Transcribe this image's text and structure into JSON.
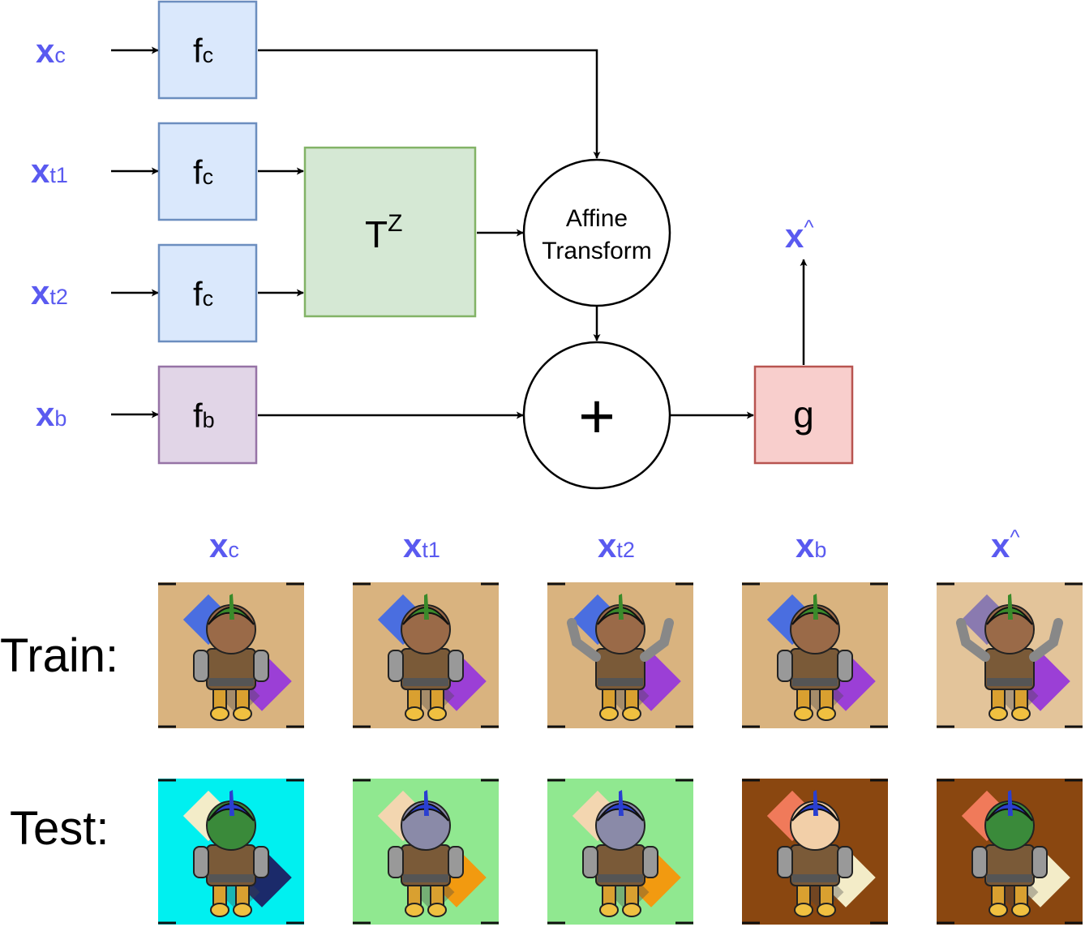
{
  "diagram": {
    "inputs": [
      {
        "base": "x",
        "sub": "c"
      },
      {
        "base": "x",
        "sub": "t1"
      },
      {
        "base": "x",
        "sub": "t2"
      },
      {
        "base": "x",
        "sub": "b"
      }
    ],
    "encoders": [
      {
        "base": "f",
        "sub": "c"
      },
      {
        "base": "f",
        "sub": "c"
      },
      {
        "base": "f",
        "sub": "c"
      },
      {
        "base": "f",
        "sub": "b"
      }
    ],
    "transform": {
      "base": "T",
      "sup": "Z"
    },
    "affine": {
      "line1": "Affine",
      "line2": "Transform"
    },
    "plus": "+",
    "decoder": "g",
    "output": {
      "base": "x",
      "sup": "^"
    }
  },
  "grid": {
    "columns": [
      {
        "base": "x",
        "sub": "c"
      },
      {
        "base": "x",
        "sub": "t1"
      },
      {
        "base": "x",
        "sub": "t2"
      },
      {
        "base": "x",
        "sub": "b"
      },
      {
        "base": "x",
        "sup": "^"
      }
    ],
    "rows": [
      {
        "label": "Train:",
        "tiles": [
          {
            "bg": "#d9b37f",
            "hair": "#3a8a2a",
            "head": "#9a6a48",
            "arms": "down",
            "diamond1": "#4a6ee0",
            "diamond2": "#9b3fd6"
          },
          {
            "bg": "#d9b37f",
            "hair": "#3a8a2a",
            "head": "#9a6a48",
            "arms": "down",
            "diamond1": "#4a6ee0",
            "diamond2": "#9b3fd6"
          },
          {
            "bg": "#d9b37f",
            "hair": "#3a8a2a",
            "head": "#9a6a48",
            "arms": "up",
            "diamond1": "#4a6ee0",
            "diamond2": "#9b3fd6"
          },
          {
            "bg": "#d9b37f",
            "hair": "#3a8a2a",
            "head": "#9a6a48",
            "arms": "down",
            "diamond1": "#4a6ee0",
            "diamond2": "#9b3fd6"
          },
          {
            "bg": "#e3c49a",
            "hair": "#3a8a2a",
            "head": "#9a6a48",
            "arms": "up",
            "diamond1": "#8a7ab0",
            "diamond2": "#9b3fd6"
          }
        ]
      },
      {
        "label": "Test:",
        "tiles": [
          {
            "bg": "#00f0f0",
            "hair": "#2a3fd0",
            "head": "#3a8a3a",
            "arms": "down",
            "diamond1": "#f3ecc8",
            "diamond2": "#1b2a6a"
          },
          {
            "bg": "#90e890",
            "hair": "#2a3fd0",
            "head": "#8a8aa8",
            "arms": "down",
            "diamond1": "#f3d6b0",
            "diamond2": "#f29a10"
          },
          {
            "bg": "#90e890",
            "hair": "#2a3fd0",
            "head": "#8a8aa8",
            "arms": "down",
            "diamond1": "#f3d6b0",
            "diamond2": "#f29a10"
          },
          {
            "bg": "#8a4710",
            "hair": "#2a3fd0",
            "head": "#f2cfa8",
            "arms": "down",
            "diamond1": "#f07a5a",
            "diamond2": "#f3ecc8"
          },
          {
            "bg": "#8a4710",
            "hair": "#2a3fd0",
            "head": "#3a8a3a",
            "arms": "down",
            "diamond1": "#f07a5a",
            "diamond2": "#f3ecc8"
          }
        ]
      }
    ]
  }
}
